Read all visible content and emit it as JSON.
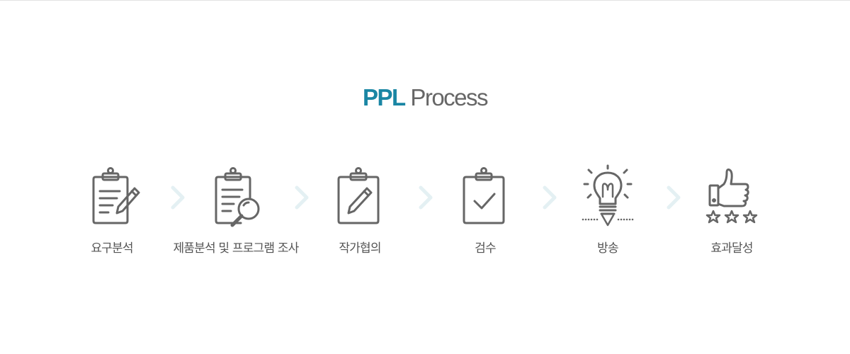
{
  "header": {
    "title_accent": "PPL",
    "title_rest": "Process",
    "accent_color": "#1a86a4"
  },
  "steps": [
    {
      "label": "요구분석",
      "icon": "clipboard-pencil-icon"
    },
    {
      "label": "제품분석 및 프로그램 조사",
      "icon": "clipboard-magnifier-icon"
    },
    {
      "label": "작가협의",
      "icon": "clipboard-edit-icon"
    },
    {
      "label": "검수",
      "icon": "clipboard-check-icon"
    },
    {
      "label": "방송",
      "icon": "lightbulb-icon"
    },
    {
      "label": "효과달성",
      "icon": "thumbs-up-stars-icon"
    }
  ],
  "colors": {
    "icon_stroke": "#666666",
    "arrow": "#e4f0f3",
    "label": "#555555"
  }
}
